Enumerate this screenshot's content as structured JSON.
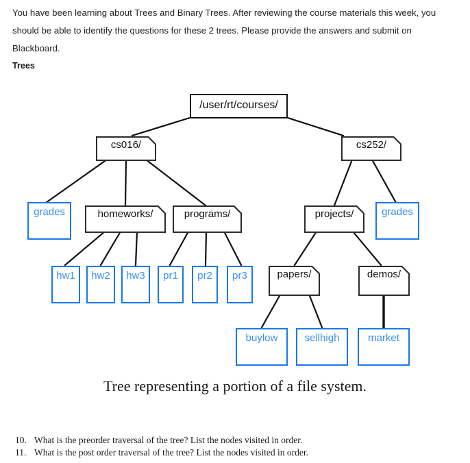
{
  "document": {
    "intro": "You have been learning about Trees and Binary Trees.  After reviewing the course materials this week, you should be able to identify the questions for these 2 trees.  Please provide the answers and submit on Blackboard.",
    "section_heading": "Trees",
    "caption": "Tree representing a portion of a file system."
  },
  "colors": {
    "folder_outline": "#111111",
    "file_outline": "#1878ee",
    "file_text": "#3a8efa",
    "folder_text": "#111111",
    "edge": "#111111",
    "background": "#ffffff"
  },
  "tree": {
    "root": {
      "label": "/user/rt/courses/",
      "type": "root"
    },
    "nodes": [
      {
        "id": "root",
        "label": "/user/rt/courses/",
        "type": "folder",
        "level": 0
      },
      {
        "id": "cs016",
        "label": "cs016/",
        "type": "folder",
        "level": 1,
        "parent": "root"
      },
      {
        "id": "cs252",
        "label": "cs252/",
        "type": "folder",
        "level": 1,
        "parent": "root"
      },
      {
        "id": "grades-l",
        "label": "grades",
        "type": "file",
        "level": 2,
        "parent": "cs016"
      },
      {
        "id": "homeworks",
        "label": "homeworks/",
        "type": "folder",
        "level": 2,
        "parent": "cs016"
      },
      {
        "id": "programs",
        "label": "programs/",
        "type": "folder",
        "level": 2,
        "parent": "cs016"
      },
      {
        "id": "projects",
        "label": "projects/",
        "type": "folder",
        "level": 2,
        "parent": "cs252"
      },
      {
        "id": "grades-r",
        "label": "grades",
        "type": "file",
        "level": 2,
        "parent": "cs252"
      },
      {
        "id": "hw1",
        "label": "hw1",
        "type": "file",
        "level": 3,
        "parent": "homeworks"
      },
      {
        "id": "hw2",
        "label": "hw2",
        "type": "file",
        "level": 3,
        "parent": "homeworks"
      },
      {
        "id": "hw3",
        "label": "hw3",
        "type": "file",
        "level": 3,
        "parent": "homeworks"
      },
      {
        "id": "pr1",
        "label": "pr1",
        "type": "file",
        "level": 3,
        "parent": "programs"
      },
      {
        "id": "pr2",
        "label": "pr2",
        "type": "file",
        "level": 3,
        "parent": "programs"
      },
      {
        "id": "pr3",
        "label": "pr3",
        "type": "file",
        "level": 3,
        "parent": "programs"
      },
      {
        "id": "papers",
        "label": "papers/",
        "type": "folder",
        "level": 3,
        "parent": "projects"
      },
      {
        "id": "demos",
        "label": "demos/",
        "type": "folder",
        "level": 3,
        "parent": "projects"
      },
      {
        "id": "buylow",
        "label": "buylow",
        "type": "file",
        "level": 4,
        "parent": "papers"
      },
      {
        "id": "sellhigh",
        "label": "sellhigh",
        "type": "file",
        "level": 4,
        "parent": "papers"
      },
      {
        "id": "market",
        "label": "market",
        "type": "file",
        "level": 4,
        "parent": "demos"
      }
    ]
  },
  "questions": [
    {
      "number": "10.",
      "text": "What is the preorder traversal of the tree? List the nodes visited in order."
    },
    {
      "number": "11.",
      "text": "What is the post order traversal of the tree? List the nodes visited in order."
    }
  ]
}
